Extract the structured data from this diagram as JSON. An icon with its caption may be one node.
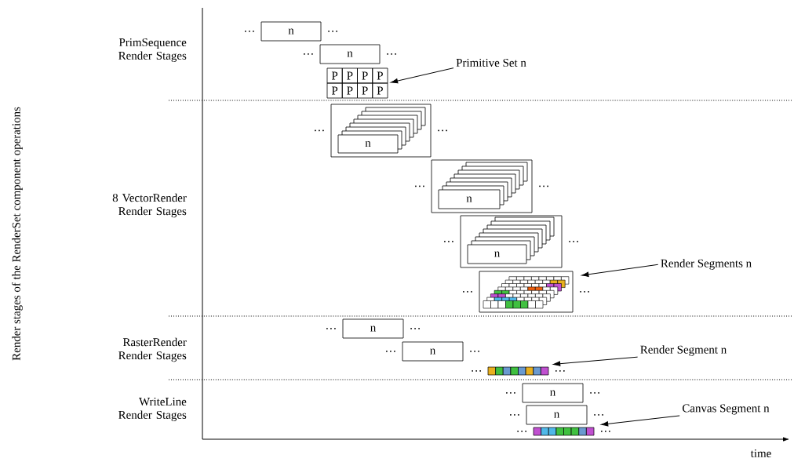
{
  "diagram": {
    "nodes": [
      {
        "text": [
          "n"
        ],
        "beside": [
          "…",
          "…"
        ]
      },
      {
        "text": [
          "n"
        ],
        "beside": [
          "…",
          "…"
        ]
      },
      {
        "text": [
          "P",
          "P",
          "P",
          "P",
          "P",
          "P",
          "P",
          "P"
        ]
      },
      {
        "text": [
          "Primitive Set n"
        ]
      },
      {
        "text": [],
        "shape": "box",
        "beside": [
          "…",
          "…"
        ]
      },
      {
        "text": [
          "n"
        ],
        "in": 4
      },
      {
        "text": [],
        "shape": "box",
        "beside": [
          "…",
          "…"
        ]
      },
      {
        "text": [
          "n"
        ],
        "in": 6
      },
      {
        "text": [],
        "shape": "box",
        "beside": [
          "…",
          "…"
        ]
      },
      {
        "text": [
          "n"
        ],
        "in": 8
      },
      {
        "text": [],
        "shape": "box",
        "beside": [
          "…",
          "…"
        ]
      },
      {
        "text": [
          "Render Segments n"
        ]
      },
      {
        "text": [
          "n"
        ],
        "beside": [
          "…",
          "…"
        ]
      },
      {
        "text": [
          "n"
        ],
        "beside": [
          "…",
          "…"
        ]
      },
      {
        "text": [],
        "shape": "bar",
        "beside": [
          "…",
          "…"
        ]
      },
      {
        "text": [
          "Render Segment n"
        ]
      },
      {
        "text": [
          "n"
        ],
        "beside": [
          "…",
          "…"
        ]
      },
      {
        "text": [
          "n"
        ],
        "beside": [
          "…",
          "…"
        ]
      },
      {
        "text": [],
        "shape": "bar",
        "beside": [
          "…",
          "…"
        ]
      },
      {
        "text": [
          "Canvas Segment n"
        ]
      }
    ],
    "edges": [
      {
        "from": 3,
        "to": 2,
        "arrow": "to"
      },
      {
        "from": 11,
        "to": 10,
        "arrow": "to"
      },
      {
        "from": 15,
        "to": 14,
        "arrow": "to"
      },
      {
        "from": 19,
        "to": 18,
        "arrow": "to"
      }
    ],
    "labels": [
      "PrimSequence Render Stages",
      "8 VectorRender Render Stages",
      "RasterRender Render Stages",
      "WriteLine Render Stages",
      "Render stages of the RenderSet component operations",
      "time"
    ]
  }
}
